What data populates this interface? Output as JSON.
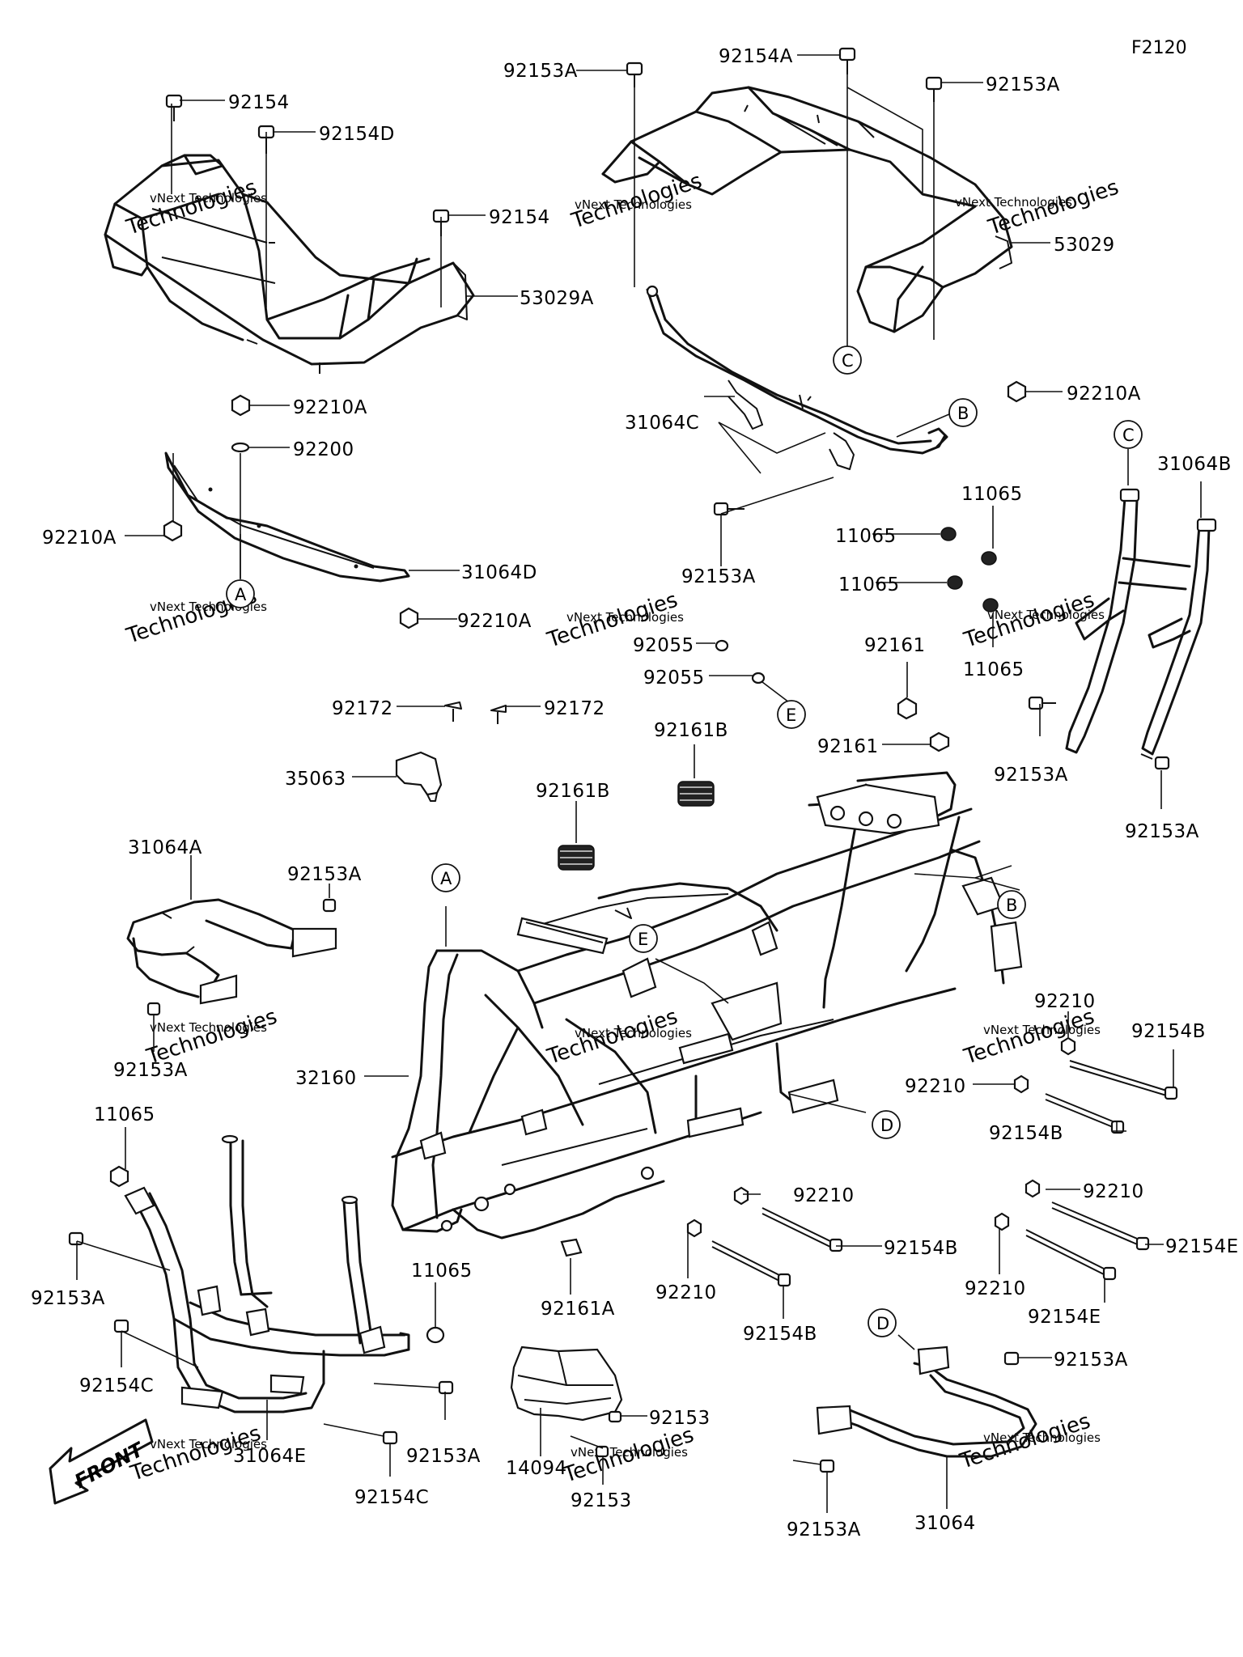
{
  "figure_code": "F2120",
  "watermark": {
    "line1": "vNext Technologies",
    "line2": "Technologies"
  },
  "front_label": "FRONT",
  "ref_letters": [
    "A",
    "B",
    "C",
    "D",
    "E"
  ],
  "part_labels": [
    "92153A",
    "92154A",
    "92153A",
    "92154",
    "92154D",
    "92154",
    "53029A",
    "53029",
    "92210A",
    "92200",
    "92210A",
    "31064C",
    "92210A",
    "31064D",
    "92210A",
    "92153A",
    "11065",
    "11065",
    "31064B",
    "11065",
    "11065",
    "92055",
    "92055",
    "92161",
    "92172",
    "92172",
    "92161B",
    "92161",
    "92153A",
    "35063",
    "92161B",
    "92153A",
    "31064A",
    "92153A",
    "92153A",
    "92210",
    "92154B",
    "92210",
    "32160",
    "92154B",
    "11065",
    "92210",
    "92210",
    "92154E",
    "92154B",
    "92153A",
    "92210",
    "92210",
    "92154E",
    "92161A",
    "11065",
    "92154B",
    "92154C",
    "92153A",
    "92153",
    "31064E",
    "92153A",
    "14094",
    "92154C",
    "92153",
    "92153A",
    "31064"
  ]
}
